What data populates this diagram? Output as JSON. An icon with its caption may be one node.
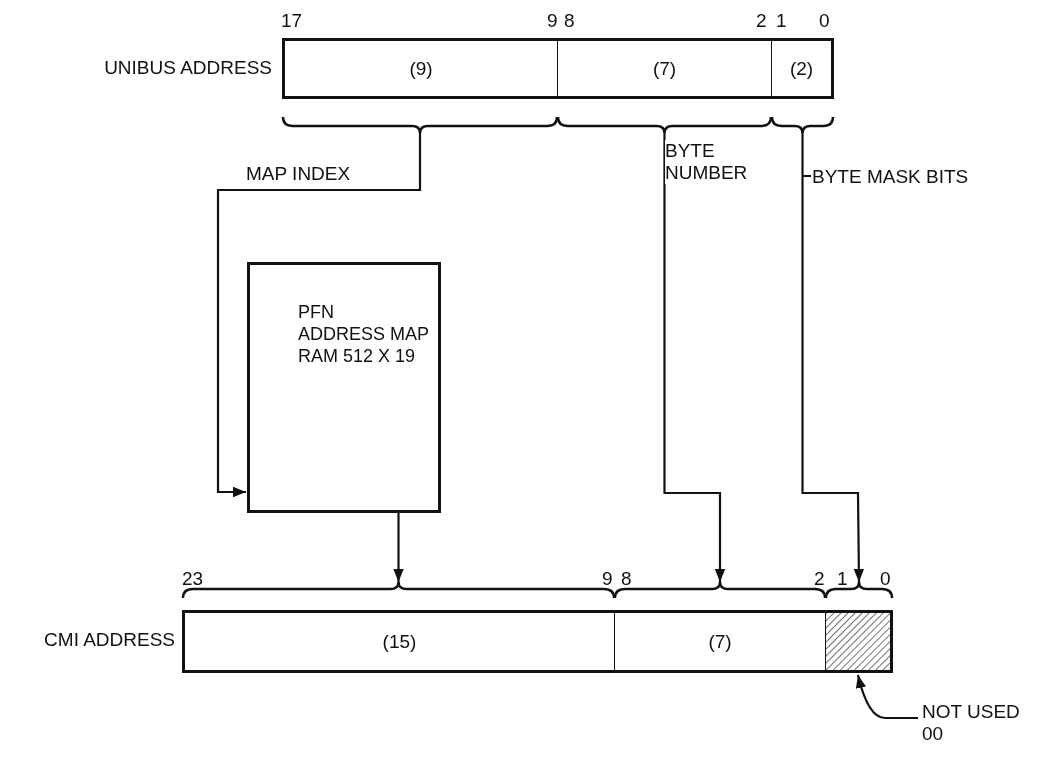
{
  "diagram": {
    "nodes": [
      {
        "text": [
          "(9)"
        ]
      },
      {
        "text": [
          "(7)"
        ]
      },
      {
        "text": [
          "(2)"
        ]
      },
      {
        "text": [
          "PFN ADDRESS MAP RAM 512 X 19"
        ]
      },
      {
        "text": [
          "(15)"
        ]
      },
      {
        "text": [
          "(7)"
        ]
      },
      {
        "text": [],
        "shape": "box"
      },
      {
        "text": [
          "NOT USED 00"
        ]
      }
    ],
    "edges": [
      {
        "from": 0,
        "to": 3,
        "arrow": "to",
        "label": "MAP INDEX"
      },
      {
        "from": 1,
        "to": 5,
        "arrow": "to",
        "label": "BYTE NUMBER"
      },
      {
        "from": 2,
        "to": 6,
        "arrow": "to",
        "label": "BYTE MASK BITS"
      },
      {
        "from": 3,
        "to": 4,
        "arrow": "to"
      },
      {
        "from": 7,
        "to": 6,
        "arrow": "to"
      }
    ],
    "labels": [
      "17",
      "9",
      "8",
      "2",
      "1",
      "0",
      "UNIBUS ADDRESS",
      "23",
      "9",
      "8",
      "2",
      "1",
      "0",
      "CMI ADDRESS"
    ]
  }
}
